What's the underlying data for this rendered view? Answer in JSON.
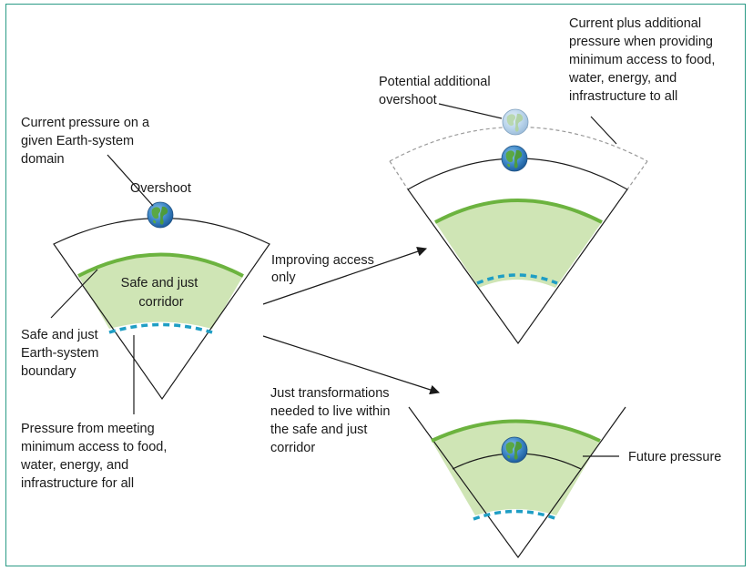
{
  "colors": {
    "frame": "#2a9a85",
    "corridor_fill": "#cfe5b5",
    "boundary_green": "#6cb33f",
    "dashed_blue": "#1f9ec4",
    "outline": "#1a1a1a",
    "dashed_gray": "#9a9a9a"
  },
  "icons": {
    "earth": "earth-globe-icon",
    "earth_faded": "earth-globe-faded-icon"
  },
  "left_diagram": {
    "current_pressure": [
      "Current pressure on a",
      "given Earth-system",
      "domain"
    ],
    "overshoot": "Overshoot",
    "corridor": [
      "Safe and just",
      "corridor"
    ],
    "boundary": [
      "Safe and just",
      "Earth-system",
      "boundary"
    ],
    "min_access": [
      "Pressure from meeting",
      "minimum access to food,",
      "water, energy, and",
      "infrastructure for all"
    ]
  },
  "arrows": {
    "improving": [
      "Improving access",
      "only"
    ],
    "transform": [
      "Just transformations",
      "needed to live within",
      "the safe and just",
      "corridor"
    ]
  },
  "top_right_diagram": {
    "potential": [
      "Potential additional",
      "overshoot"
    ],
    "current_plus": [
      "Current plus additional",
      "pressure when providing",
      "minimum access to food,",
      "water, energy, and",
      "infrastructure to all"
    ]
  },
  "bottom_right_diagram": {
    "future": "Future pressure"
  }
}
